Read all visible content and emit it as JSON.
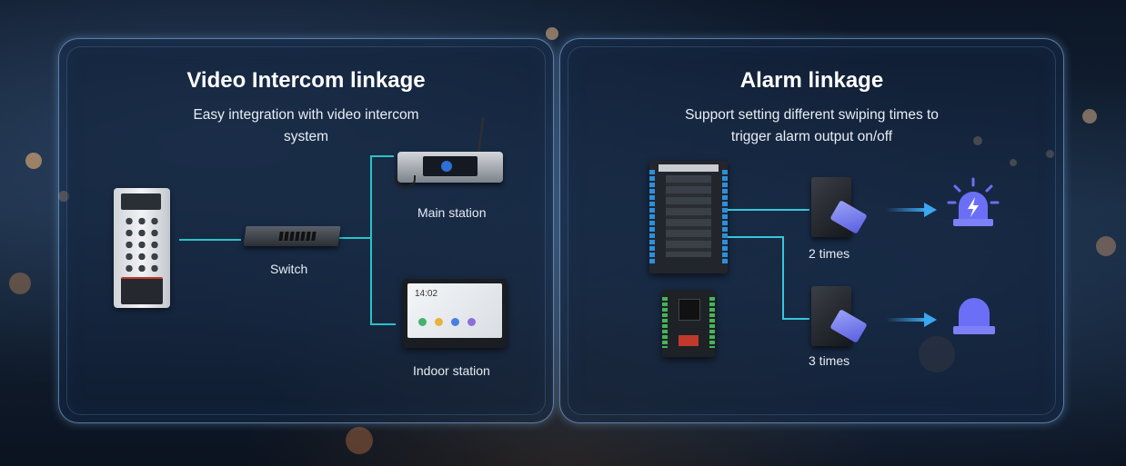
{
  "left_panel": {
    "title": "Video Intercom linkage",
    "subtitle_line1": "Easy integration with video intercom",
    "subtitle_line2": "system",
    "devices": {
      "switch_label": "Switch",
      "main_station_label": "Main station",
      "indoor_station_label": "Indoor station",
      "indoor_time": "14:02"
    }
  },
  "right_panel": {
    "title": "Alarm linkage",
    "subtitle_line1": "Support setting different swiping times to",
    "subtitle_line2": "trigger alarm output on/off",
    "outputs": [
      {
        "label": "2 times",
        "state": "alarm-on"
      },
      {
        "label": "3 times",
        "state": "alarm-off"
      }
    ]
  },
  "colors": {
    "connector_line": "#27c3c9",
    "alarm_icon": "#6b6ff5",
    "arrow": "#3aa7f0"
  }
}
